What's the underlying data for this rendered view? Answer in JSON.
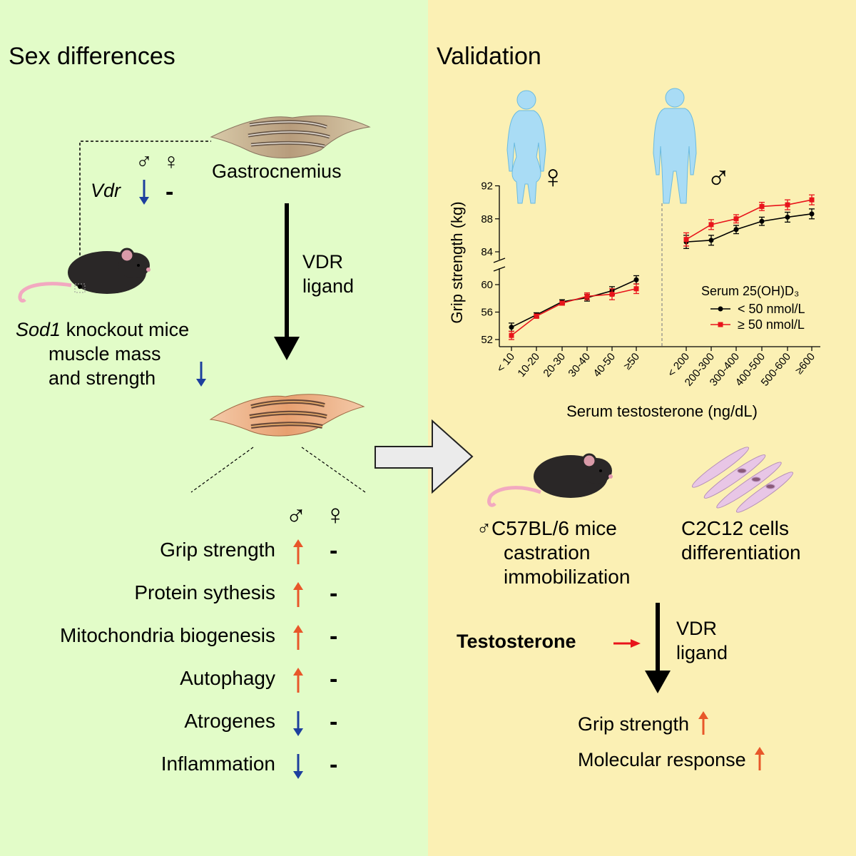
{
  "left": {
    "title": "Sex differences",
    "gastrocnemius": "Gastrocnemius",
    "male_symbol": "♂",
    "female_symbol": "♀",
    "vdr_gene": "Vdr",
    "dash": "-",
    "arrow_ligand_line1": "VDR",
    "arrow_ligand_line2": "ligand",
    "mouse_caption_gene": "Sod1",
    "mouse_caption_rest": " knockout mice",
    "mouse_caption_line2": "muscle mass",
    "mouse_caption_line3": "and strength",
    "outcomes": [
      {
        "label": "Grip strength",
        "male": "up",
        "female": "-"
      },
      {
        "label": "Protein sythesis",
        "male": "up",
        "female": "-"
      },
      {
        "label": "Mitochondria biogenesis",
        "male": "up",
        "female": "-"
      },
      {
        "label": "Autophagy",
        "male": "up",
        "female": "-"
      },
      {
        "label": "Atrogenes",
        "male": "down",
        "female": "-"
      },
      {
        "label": "Inflammation",
        "male": "down",
        "female": "-"
      }
    ]
  },
  "right": {
    "title": "Validation",
    "female_symbol": "♀",
    "male_symbol": "♂",
    "mice_line1": "C57BL/6 mice",
    "mice_line2": "castration",
    "mice_line3": "immobilization",
    "cells_line1": "C2C12 cells",
    "cells_line2": "differentiation",
    "testosterone": "Testosterone",
    "vdr_line1": "VDR",
    "vdr_line2": "ligand",
    "result1": "Grip strength",
    "result2": "Molecular response"
  },
  "colors": {
    "left_bg": "#e2fcc8",
    "right_bg": "#fbf0b4",
    "up_arrow": "#e8572a",
    "down_arrow": "#1d3f9e",
    "red_series": "#e8141b",
    "black_series": "#000000",
    "body_silhouette": "#a9dcf5"
  },
  "chart_data": {
    "type": "line",
    "ylabel": "Grip strength (kg)",
    "xlabel": "Serum testosterone (ng/dL)",
    "legend_title": "Serum 25(OH)D₃",
    "legend_position": "center-right",
    "axis_break": "52–60 then 84–92",
    "y_ticks_lower": [
      52,
      56,
      60
    ],
    "y_ticks_upper": [
      84,
      88,
      92
    ],
    "panels": [
      {
        "sex": "female",
        "categories": [
          "< 10",
          "10-20",
          "20-30",
          "30-40",
          "40-50",
          "≥50"
        ],
        "series": [
          {
            "name": "< 50 nmol/L",
            "values": [
              53.8,
              55.6,
              57.5,
              58.1,
              59.1,
              60.7
            ],
            "err": [
              0.6,
              0.3,
              0.3,
              0.5,
              0.6,
              0.6
            ]
          },
          {
            "name": "≥ 50 nmol/L",
            "values": [
              52.6,
              55.4,
              57.3,
              58.3,
              58.6,
              59.4
            ],
            "err": [
              0.6,
              0.3,
              0.3,
              0.5,
              0.8,
              0.7
            ]
          }
        ]
      },
      {
        "sex": "male",
        "categories": [
          "< 200",
          "200-300",
          "300-400",
          "400-500",
          "500-600",
          "≥600"
        ],
        "series": [
          {
            "name": "< 50 nmol/L",
            "values": [
              85.2,
              85.4,
              86.7,
              87.7,
              88.2,
              88.6
            ],
            "err": [
              0.8,
              0.6,
              0.5,
              0.5,
              0.6,
              0.6
            ]
          },
          {
            "name": "≥ 50 nmol/L",
            "values": [
              85.5,
              87.3,
              88.0,
              89.5,
              89.7,
              90.3
            ],
            "err": [
              0.8,
              0.6,
              0.5,
              0.5,
              0.6,
              0.6
            ]
          }
        ]
      }
    ]
  }
}
